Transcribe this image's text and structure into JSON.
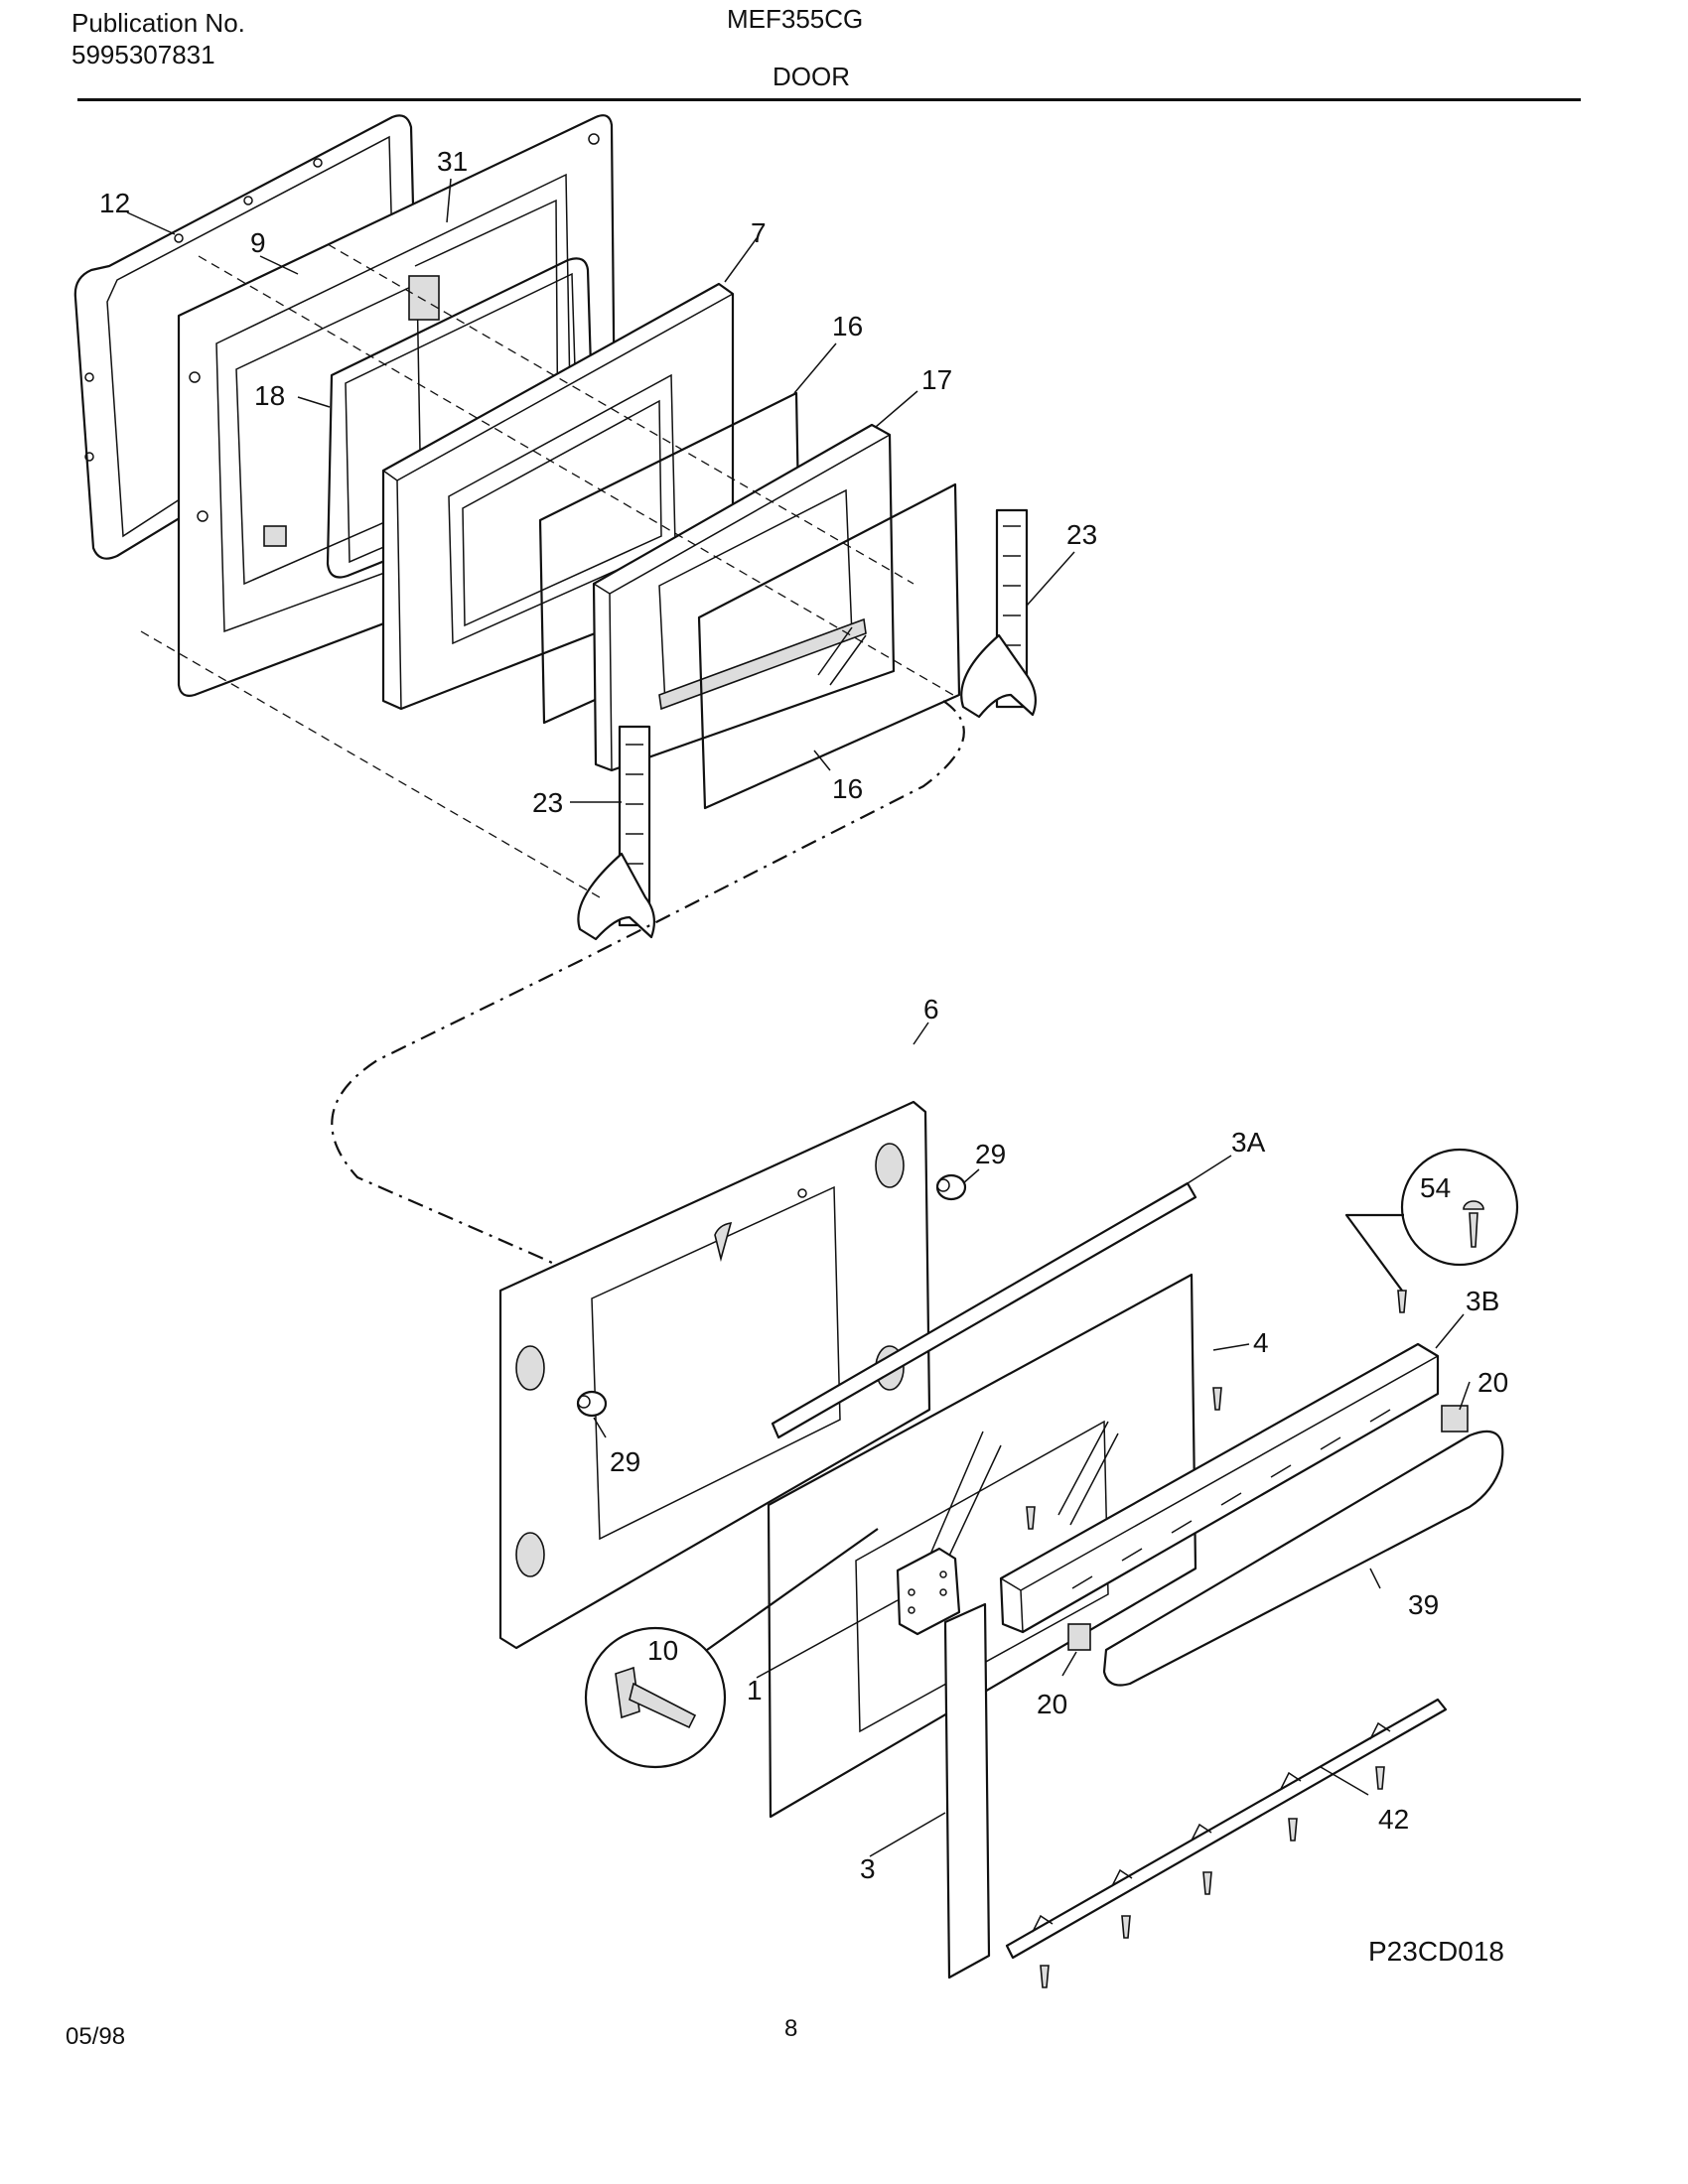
{
  "header": {
    "publication_label": "Publication No.",
    "publication_number": "5995307831",
    "model": "MEF355CG",
    "section": "DOOR"
  },
  "diagram": {
    "drawing_code": "P23CD018",
    "callouts": {
      "c12": "12",
      "c9": "9",
      "c31": "31",
      "c7": "7",
      "c16a": "16",
      "c17": "17",
      "c18": "18",
      "c23a": "23",
      "c23b": "23",
      "c16b": "16",
      "c6": "6",
      "c29a": "29",
      "c3a": "3A",
      "c54": "54",
      "c3b": "3B",
      "c4": "4",
      "c20a": "20",
      "c29b": "29",
      "c39": "39",
      "c10": "10",
      "c1": "1",
      "c20b": "20",
      "c42": "42",
      "c3": "3"
    }
  },
  "footer": {
    "date": "05/98",
    "page": "8"
  }
}
